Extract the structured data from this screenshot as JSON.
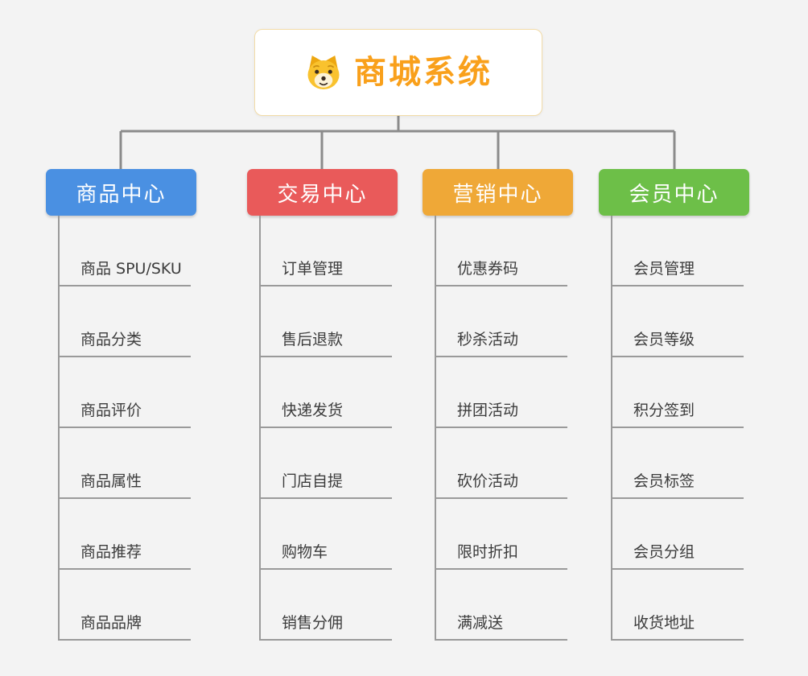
{
  "root": {
    "title": "商城系统",
    "icon": "dog-icon",
    "title_color": "#f9a01b"
  },
  "connector_color": "#8b8b8b",
  "branches": [
    {
      "label": "商品中心",
      "color": "#4a90e2",
      "items": [
        "商品 SPU/SKU",
        "商品分类",
        "商品评价",
        "商品属性",
        "商品推荐",
        "商品品牌"
      ]
    },
    {
      "label": "交易中心",
      "color": "#e95a5a",
      "items": [
        "订单管理",
        "售后退款",
        "快递发货",
        "门店自提",
        "购物车",
        "销售分佣"
      ]
    },
    {
      "label": "营销中心",
      "color": "#efa837",
      "items": [
        "优惠券码",
        "秒杀活动",
        "拼团活动",
        "砍价活动",
        "限时折扣",
        "满减送"
      ]
    },
    {
      "label": "会员中心",
      "color": "#6dbf48",
      "items": [
        "会员管理",
        "会员等级",
        "积分签到",
        "会员标签",
        "会员分组",
        "收货地址"
      ]
    }
  ]
}
